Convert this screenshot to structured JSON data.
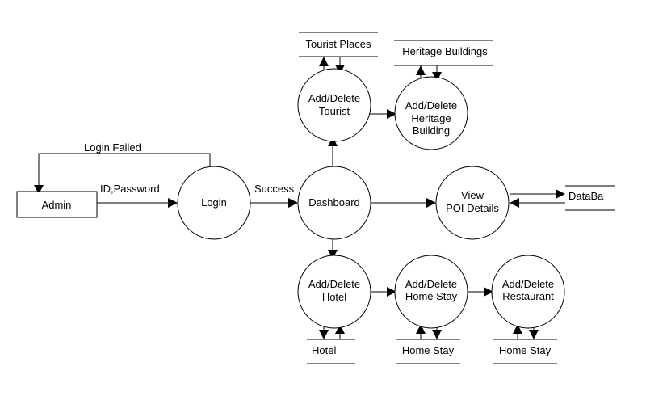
{
  "entities": {
    "admin": "Admin"
  },
  "processes": {
    "login": [
      "Login"
    ],
    "dashboard": [
      "Dashboard"
    ],
    "add_tourist": [
      "Add/Delete",
      "Tourist"
    ],
    "add_heritage": [
      "Add/Delete",
      "Heritage",
      "Building"
    ],
    "view_poi": [
      "View",
      "POI Details"
    ],
    "add_hotel": [
      "Add/Delete",
      "Hotel"
    ],
    "add_homestay": [
      "Add/Delete",
      "Home Stay"
    ],
    "add_restaurant": [
      "Add/Delete",
      "Restaurant"
    ]
  },
  "stores": {
    "tourist_places": "Tourist Places",
    "heritage_buildings": "Heritage Buildings",
    "database": "DataBa",
    "hotel": "Hotel",
    "home_stay_1": "Home Stay",
    "home_stay_2": "Home Stay"
  },
  "flows": {
    "login_failed": "Login Failed",
    "id_password": "ID,Password",
    "success": "Success"
  }
}
